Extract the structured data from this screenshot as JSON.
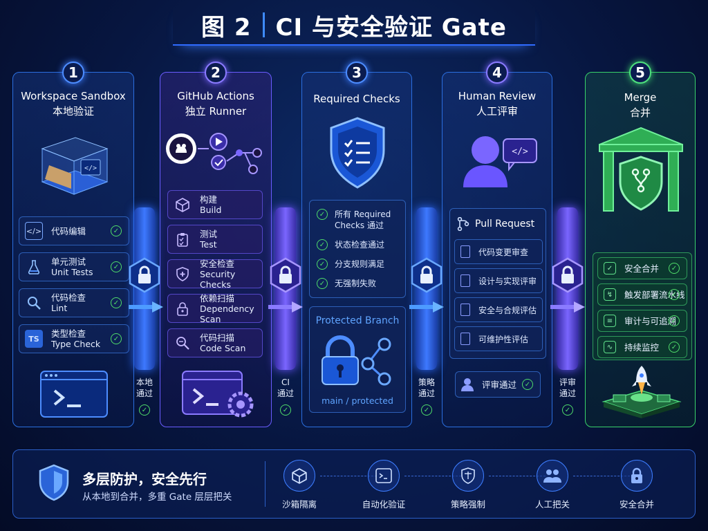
{
  "title": {
    "fig": "图 2",
    "main": "CI 与安全验证 Gate"
  },
  "columns": [
    {
      "num": "1",
      "title1": "Workspace Sandbox",
      "title2": "本地验证",
      "items": [
        {
          "icon": "code",
          "text1": "代码编辑",
          "text2": ""
        },
        {
          "icon": "flask",
          "text1": "单元测试",
          "text2": "Unit Tests"
        },
        {
          "icon": "magnifier",
          "text1": "代码检查",
          "text2": "Lint"
        },
        {
          "icon": "ts",
          "label": "TS",
          "text1": "类型检查",
          "text2": "Type Check"
        }
      ],
      "terminal": "terminal"
    },
    {
      "num": "2",
      "title1": "GitHub Actions",
      "title2": "独立 Runner",
      "items": [
        {
          "icon": "cube",
          "text1": "构建",
          "text2": "Build"
        },
        {
          "icon": "clipboard",
          "text1": "测试",
          "text2": "Test"
        },
        {
          "icon": "shield-plus",
          "text1": "安全检查",
          "text2": "Security Checks"
        },
        {
          "icon": "lock",
          "text1": "依赖扫描",
          "text2": "Dependency Scan"
        },
        {
          "icon": "scan",
          "text1": "代码扫描",
          "text2": "Code Scan"
        }
      ]
    },
    {
      "num": "3",
      "title1": "Required Checks",
      "title2": "",
      "items": [
        {
          "text1": "所有 Required",
          "text2": "Checks 通过"
        },
        {
          "text1": "状态检查通过",
          "text2": ""
        },
        {
          "text1": "分支规则满足",
          "text2": ""
        },
        {
          "text1": "无强制失败",
          "text2": ""
        }
      ],
      "branch_title": "Protected Branch",
      "branch_sub": "main / protected"
    },
    {
      "num": "4",
      "title1": "Human Review",
      "title2": "人工评审",
      "pr_title": "Pull Request",
      "items": [
        {
          "text1": "代码变更审查"
        },
        {
          "text1": "设计与实现评审"
        },
        {
          "text1": "安全与合规评估"
        },
        {
          "text1": "可维护性评估"
        }
      ],
      "approved": "评审通过"
    },
    {
      "num": "5",
      "title1": "Merge",
      "title2": "合并",
      "items": [
        {
          "icon": "check-square",
          "text1": "安全合并"
        },
        {
          "icon": "pipeline",
          "text1": "触发部署流水线"
        },
        {
          "icon": "audit",
          "text1": "审计与可追溯"
        },
        {
          "icon": "monitor",
          "text1": "持续监控"
        }
      ]
    }
  ],
  "gates": [
    {
      "line1": "本地",
      "line2": "通过"
    },
    {
      "line1": "CI",
      "line2": "通过"
    },
    {
      "line1": "策略",
      "line2": "通过"
    },
    {
      "line1": "评审",
      "line2": "通过"
    }
  ],
  "bottom": {
    "headline": "多层防护，安全先行",
    "sub": "从本地到合并，多重 Gate 层层把关",
    "steps": [
      "沙箱隔离",
      "自动化验证",
      "策略强制",
      "人工把关",
      "安全合并"
    ]
  },
  "colors": {
    "blue": "#3d7dff",
    "violet": "#7a66ff",
    "green": "#3dd36e",
    "check": "#4fdc6a"
  }
}
